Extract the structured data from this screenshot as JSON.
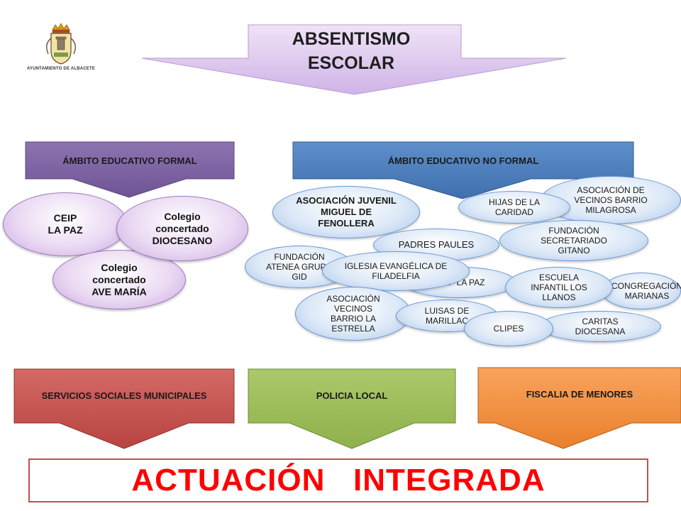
{
  "logo": {
    "caption": "AYUNTAMIENTO DE ALBACETE"
  },
  "title": {
    "line1": "ABSENTISMO",
    "line2": "ESCOLAR"
  },
  "formal": {
    "header": "ÁMBITO EDUCATIVO FORMAL",
    "nodes": [
      {
        "line1": "CEIP",
        "line2": "LA  PAZ"
      },
      {
        "line1": "Colegio",
        "line2": "concertado",
        "line3": "DIOCESANO"
      },
      {
        "line1": "Colegio",
        "line2": "concertado",
        "line3": "AVE MARÍA"
      }
    ]
  },
  "nonformal": {
    "header": "ÁMBITO EDUCATIVO NO FORMAL",
    "nodes": [
      {
        "text": "ASOCIACIÓN JUVENIL MIGUEL DE FENOLLERA"
      },
      {
        "text": "HIJAS DE LA CARIDAD"
      },
      {
        "text": "ASOCIACIÓN DE VECINOS BARRIO MILAGROSA"
      },
      {
        "text": "FUNDACIÓN SECRETARIADO GITANO"
      },
      {
        "text": "PADRES PAULES"
      },
      {
        "text": "FUNDACIÓN ATENEA GRUPO GID"
      },
      {
        "text": "IGLESIA EVANGÉLICA DE FILADELFIA"
      },
      {
        "text": "CEIP LA PAZ"
      },
      {
        "text": "ESCUELA INFANTIL LOS LLANOS"
      },
      {
        "text": "CONGREGACIÓN MARIANAS"
      },
      {
        "text": "ASOCIACIÓN VECINOS BARRIO LA ESTRELLA"
      },
      {
        "text": "LUISAS DE MARILLAC"
      },
      {
        "text": "CARITAS DIOCESANA"
      },
      {
        "text": "CLIPES"
      }
    ]
  },
  "agencies": [
    {
      "label": "SERVICIOS SOCIALES MUNICIPALES",
      "color": "#c0504d"
    },
    {
      "label": "POLICIA LOCAL",
      "color": "#9bbb59"
    },
    {
      "label": "FISCALIA DE MENORES",
      "color": "#f79646"
    }
  ],
  "footer": {
    "text": "ACTUACIÓN   INTEGRADA"
  },
  "colors": {
    "title_arrow": "#d9c2ec",
    "formal_header": "#8064a2",
    "nonformal_header": "#4f81bd",
    "footer_text": "#ff0000"
  }
}
